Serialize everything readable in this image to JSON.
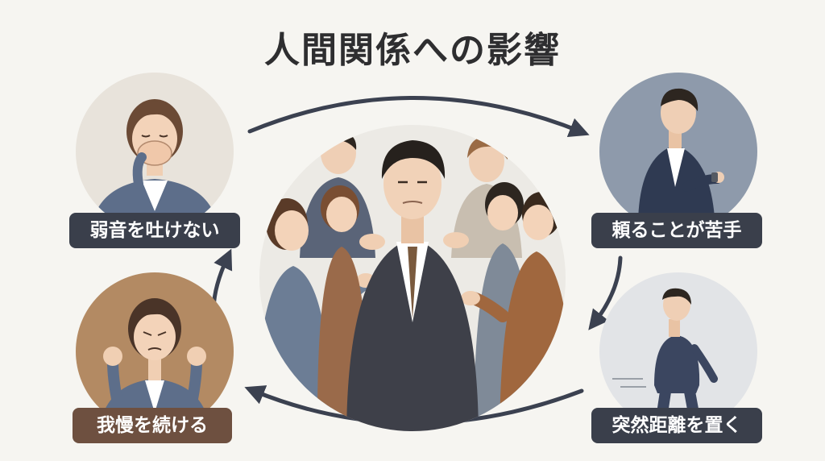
{
  "title": "人間関係への影響",
  "items": [
    {
      "id": "tl",
      "label": "弱音を吐けない"
    },
    {
      "id": "tr",
      "label": "頼ることが苦手"
    },
    {
      "id": "bl",
      "label": "我慢を続ける"
    },
    {
      "id": "br",
      "label": "突然距離を置く"
    }
  ],
  "colors": {
    "arrow": "#3b4150",
    "label_dark": "#3a3f4b",
    "label_brown": "#6e5040",
    "circle_tl": "#e8e3db",
    "circle_tr": "#8e9aab",
    "circle_bl": "#b38a63",
    "circle_br": "#e2e4e7",
    "center_circle": "#eceae5"
  }
}
